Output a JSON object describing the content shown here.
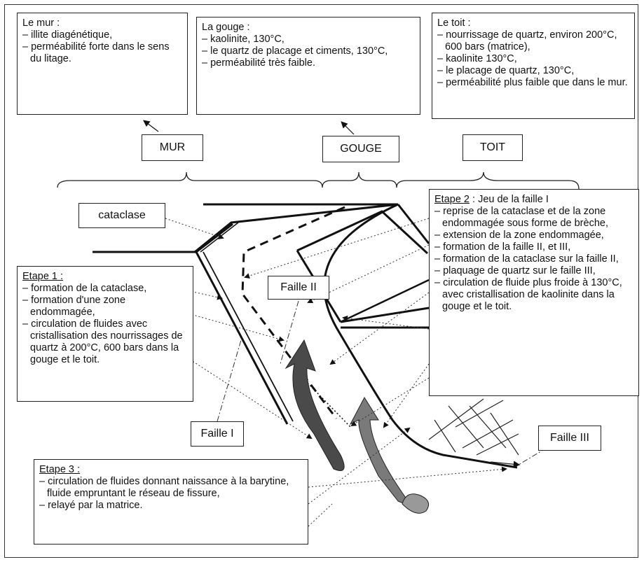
{
  "mur_box": {
    "title": "Le mur :",
    "items": [
      "– illite diagénétique,",
      "– perméabilité forte dans le sens du litage."
    ]
  },
  "gouge_box": {
    "title": "La gouge :",
    "items": [
      "– kaolinite, 130°C,",
      "– le quartz de placage et ciments, 130°C,",
      "– perméabilité très faible."
    ]
  },
  "toit_box": {
    "title": "Le toit :",
    "items": [
      "– nourrissage de quartz, environ 200°C, 600 bars (matrice),",
      "– kaolinite 130°C,",
      "– le placage de quartz, 130°C,",
      "– perméabilité plus faible que dans le mur."
    ]
  },
  "zone_labels": {
    "mur": "MUR",
    "gouge": "GOUGE",
    "toit": "TOIT"
  },
  "cataclase_label": "cataclase",
  "faille_labels": {
    "f1": "Faille I",
    "f2": "Faille II",
    "f3": "Faille III"
  },
  "etape1": {
    "title": "Etape 1 :",
    "items": [
      "– formation de la cataclase,",
      "– formation d'une zone endommagée,",
      "– circulation de fluides avec cristallisation des nourrissages de quartz à 200°C, 600 bars dans la gouge et le toit."
    ]
  },
  "etape2": {
    "title": "Etape 2",
    "title_suffix": " : Jeu de la faille I",
    "items": [
      "– reprise de la cataclase et de la zone endommagée sous forme de brèche,",
      "– extension de la zone endommagée,",
      "– formation de la faille II, et III,",
      "– formation de la cataclase sur la faille II,",
      "– plaquage de quartz sur le faille III,",
      "– circulation de fluide plus froide à 130°C, avec cristallisation de kaolinite dans la gouge et le toit."
    ]
  },
  "etape3": {
    "title": "Etape 3 :",
    "items": [
      "– circulation de fluides donnant naissance à la barytine, fluide empruntant le réseau de fissure,",
      "– relayé par la matrice."
    ]
  }
}
